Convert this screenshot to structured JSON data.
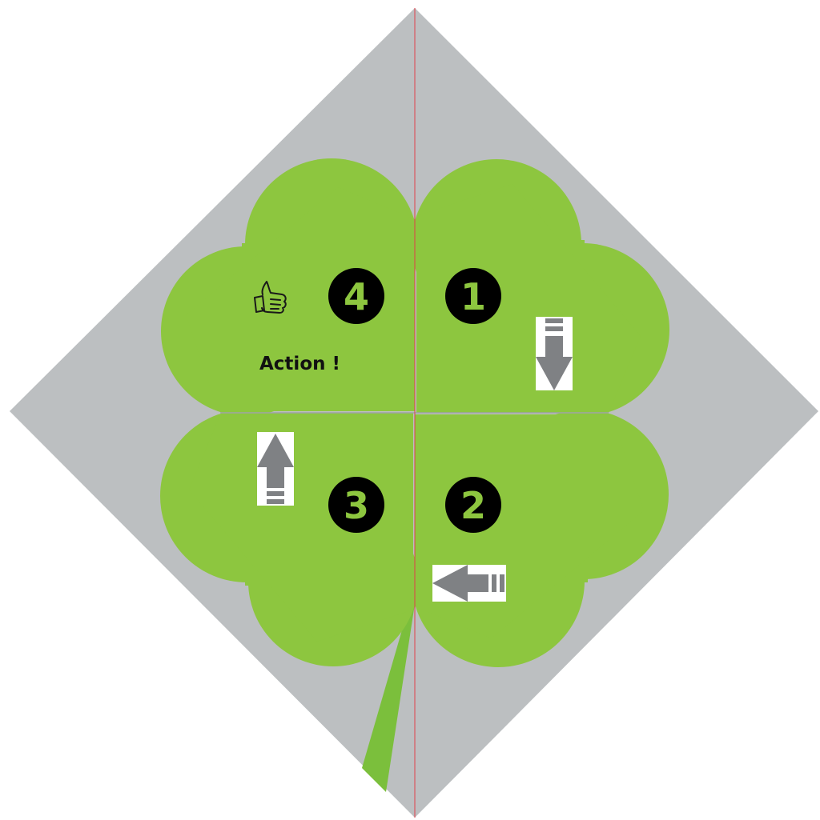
{
  "action_label": "Action !",
  "leaves": [
    {
      "number": "1",
      "arrow": "down"
    },
    {
      "number": "2",
      "arrow": "left"
    },
    {
      "number": "3",
      "arrow": "up"
    },
    {
      "number": "4",
      "icon": "thumbs-up-icon"
    }
  ],
  "colors": {
    "background": "#bcbfc1",
    "clover": "#8dc63f",
    "stem": "#7bbf3c",
    "badge": "#000000",
    "arrow": "#7f8184",
    "center_line": "#e0404a"
  }
}
